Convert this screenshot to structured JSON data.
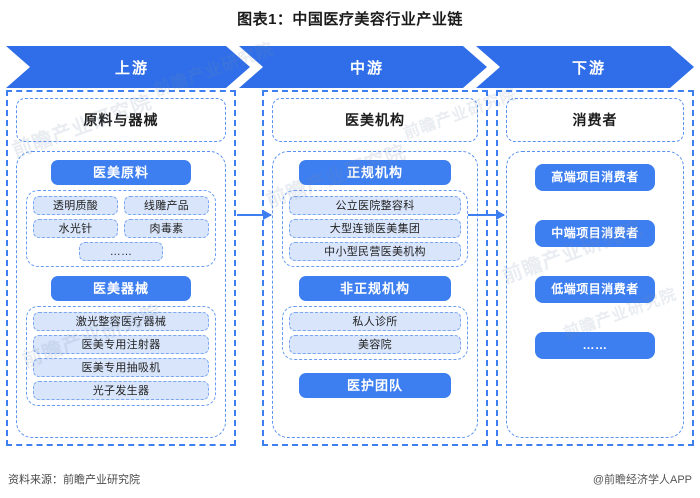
{
  "title": "图表1：中国医疗美容行业产业链",
  "stages": [
    {
      "label": "上游"
    },
    {
      "label": "中游"
    },
    {
      "label": "下游"
    }
  ],
  "columns": {
    "upstream": {
      "head": "原料与器械",
      "groups": [
        {
          "pill": "医美原料",
          "layout": "grid",
          "items": [
            "透明质酸",
            "线雕产品",
            "水光针",
            "肉毒素",
            "……"
          ]
        },
        {
          "pill": "医美器械",
          "layout": "stack",
          "items": [
            "激光整容医疗器械",
            "医美专用注射器",
            "医美专用抽吸机",
            "光子发生器"
          ]
        }
      ]
    },
    "midstream": {
      "head": "医美机构",
      "groups": [
        {
          "pill": "正规机构",
          "layout": "stack",
          "items": [
            "公立医院整容科",
            "大型连锁医美集团",
            "中小型民营医美机构"
          ]
        },
        {
          "pill": "非正规机构",
          "layout": "stack",
          "items": [
            "私人诊所",
            "美容院"
          ]
        },
        {
          "pill": "医护团队",
          "layout": "none",
          "items": []
        }
      ]
    },
    "downstream": {
      "head": "消费者",
      "cards": [
        "高端项目消费者",
        "中端项目消费者",
        "低端项目消费者",
        "……"
      ]
    }
  },
  "footer": {
    "source": "资料来源：前瞻产业研究院",
    "brand": "@前瞻经济学人APP"
  },
  "watermark": {
    "text": "前瞻产业研究院"
  },
  "colors": {
    "primary_blue": "#3d7ef0",
    "banner_blue": "#2f6ee8",
    "chip_fill": "#d9e5fb",
    "dash_border": "#5a92f2"
  }
}
